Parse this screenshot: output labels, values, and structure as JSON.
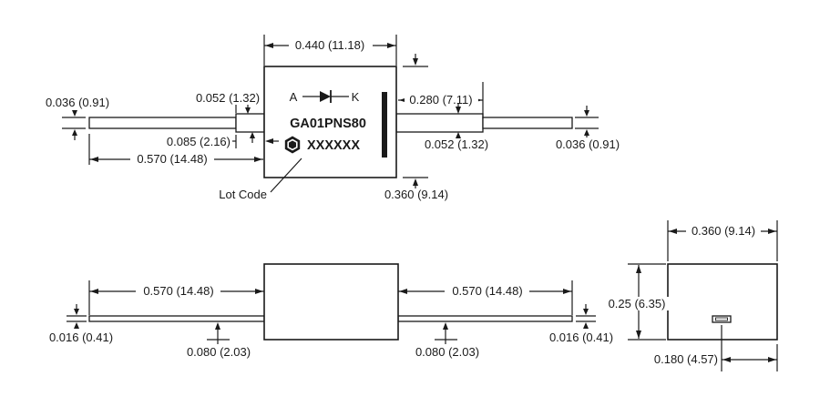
{
  "colors": {
    "ink": "#1a1a1a",
    "paper": "#ffffff"
  },
  "top_view": {
    "marking": {
      "anode": "A",
      "cathode": "K",
      "part_number": "GA01PNS80",
      "lot_code_mask": "XXXXXX",
      "logo": "hexagon-brand-logo"
    },
    "lot_code_label": "Lot Code",
    "dim_body_width": "0.440 (11.18)",
    "dim_lead_thickness_left": "0.036 (0.91)",
    "dim_step_thickness_left": "0.052 (1.32)",
    "dim_step_length_left": "0.085 (2.16)",
    "dim_lead_length_left": "0.570 (14.48)",
    "dim_step_length_right": "0.280 (7.11)",
    "dim_step_thickness_right": "0.052 (1.32)",
    "dim_lead_thickness_right": "0.036 (0.91)",
    "dim_body_height": "0.360 (9.14)"
  },
  "side_view": {
    "dim_lead_length_left": "0.570 (14.48)",
    "dim_lead_thickness_left": "0.016 (0.41)",
    "dim_lead_offset_left": "0.080 (2.03)",
    "dim_lead_length_right": "0.570 (14.48)",
    "dim_lead_thickness_right": "0.016 (0.41)",
    "dim_lead_offset_right": "0.080 (2.03)"
  },
  "end_view": {
    "dim_body_width": "0.360 (9.14)",
    "dim_body_height": "0.25 (6.35)",
    "dim_lead_center": "0.180 (4.57)"
  }
}
